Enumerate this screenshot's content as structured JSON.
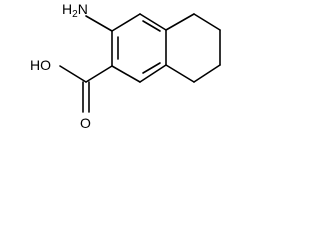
{
  "molecule": {
    "labels": {
      "amine": {
        "main": "H",
        "sub": "2",
        "tail": "N"
      },
      "hydroxyl": "HO",
      "carbonyl_oxygen": "O"
    }
  }
}
